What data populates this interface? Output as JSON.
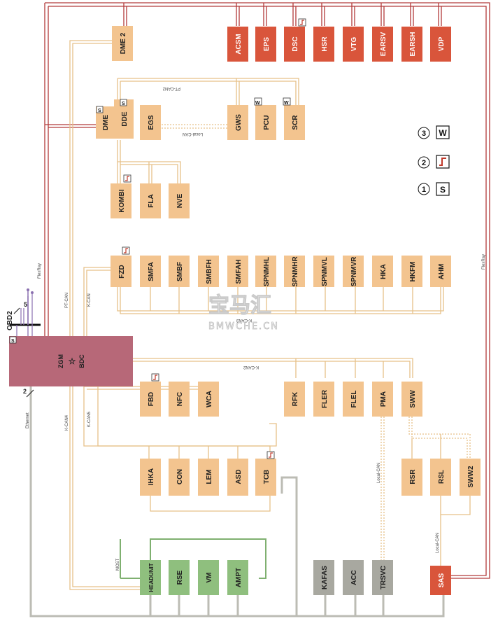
{
  "diagram": {
    "modules_top_red": [
      "ACSM",
      "EPS",
      "DSC",
      "HSR",
      "VTG",
      "EARSV",
      "EARSH",
      "VDP"
    ],
    "modules": {
      "dme2": "DME 2",
      "dme": "DME",
      "dde": "DDE",
      "egs": "EGS",
      "gws": "GWS",
      "pcu": "PCU",
      "scr": "SCR",
      "kombi": "KOMBI",
      "fla": "FLA",
      "nve": "NVE",
      "fzd": "FZD",
      "smfa": "SMFA",
      "smbf": "SMBF",
      "smbfh": "SMBFH",
      "smfah": "SMFAH",
      "spnmhl": "SPNMHL",
      "spnmhr": "SPNMHR",
      "spnmvl": "SPNMVL",
      "spnmvr": "SPNMVR",
      "hka": "HKA",
      "hkfm": "HKFM",
      "ahm": "AHM",
      "fbd": "FBD",
      "nfc": "NFC",
      "wca": "WCA",
      "rfk": "RFK",
      "fler": "FLER",
      "flel": "FLEL",
      "pma": "PMA",
      "sww": "SWW",
      "rsr": "RSR",
      "rsl": "RSL",
      "sww2": "SWW2",
      "ihka": "IHKA",
      "con": "CON",
      "lem": "LEM",
      "asd": "ASD",
      "tcb": "TCB",
      "headunit": "HEADUNIT",
      "rse": "RSE",
      "vm": "VM",
      "ampt": "AMPT",
      "kafas": "KAFAS",
      "acc": "ACC",
      "trsvc": "TRSVC",
      "sas": "SAS",
      "zgm": "ZGM",
      "bdc": "BDC"
    },
    "star": "☆",
    "bus_labels": {
      "pt_can2": "PT-CAN2",
      "local_can_1": "Local-CAN",
      "flexray_left": "FlexRay",
      "flexray_right": "FlexRay",
      "pt_can": "PT-CAN",
      "k_can": "K-CAN",
      "k_can3": "K-CAN3",
      "k_can2": "K-CAN2",
      "k_can4": "K-CAN4",
      "k_can5": "K-CAN5",
      "ethernet": "Ethernet",
      "local_can_2": "Local-CAN",
      "local_can_3": "Local-CAN",
      "most": "MOST"
    },
    "obd": {
      "label": "OBD2",
      "num5": "5",
      "num2": "2"
    },
    "badges": {
      "s": "S",
      "w": "W"
    },
    "legend": [
      {
        "num": "3",
        "symbol": "W"
      },
      {
        "num": "2",
        "symbol": "step"
      },
      {
        "num": "1",
        "symbol": "S"
      }
    ],
    "watermark": {
      "cn": "宝马汇",
      "en": "BMWCHE.CN"
    },
    "colors": {
      "red_module": "#d9553b",
      "tan_module": "#f3c48f",
      "green_module": "#8fbf7e",
      "gray_module": "#a8a8a0",
      "gateway": "#b76878",
      "flexray_line": "#b23a3a",
      "can_line": "#e6c189",
      "ethernet_line": "#bcbcb4",
      "most_line": "#7fb070"
    }
  }
}
